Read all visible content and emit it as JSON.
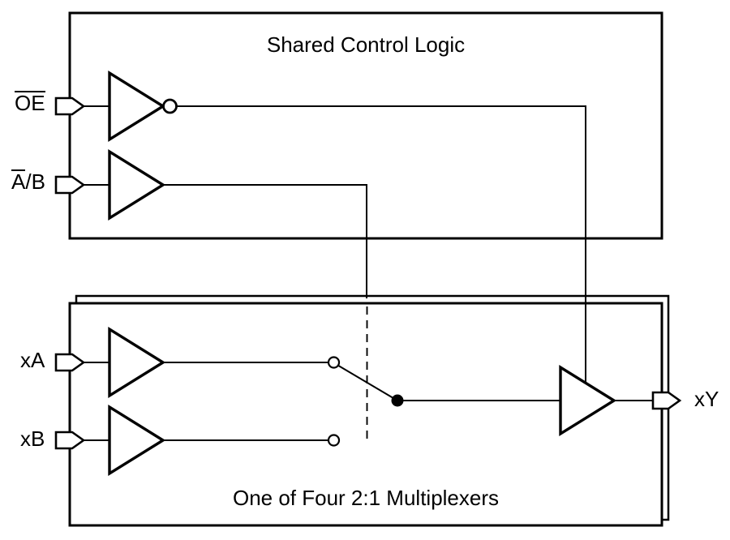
{
  "diagram": {
    "colors": {
      "line": "#000000",
      "background": "#ffffff",
      "text": "#000000"
    },
    "top_block": {
      "title": "Shared Control Logic",
      "inputs": {
        "oe": {
          "overlined": "OE",
          "rest": ""
        },
        "ab": {
          "overlined": "A",
          "rest": "/B"
        }
      }
    },
    "bottom_block": {
      "title": "One of Four 2:1 Multiplexers",
      "inputs": {
        "xa": {
          "label": "xA"
        },
        "xb": {
          "label": "xB"
        }
      },
      "output": {
        "label": "xY"
      }
    },
    "icons": {
      "input_port": "pentagon-port-icon",
      "output_port": "pentagon-port-icon",
      "inverter": "inverter-gate-icon",
      "buffer": "buffer-gate-icon",
      "switch_pole": "filled-dot",
      "switch_throw": "open-circle"
    }
  }
}
